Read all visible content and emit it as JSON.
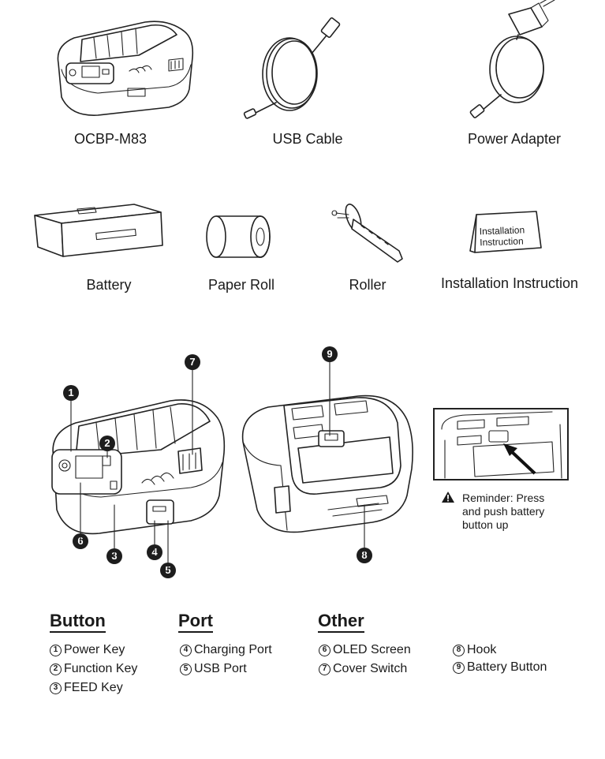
{
  "items": {
    "printer": "OCBP-M83",
    "usb_cable": "USB Cable",
    "power_adapter": "Power Adapter",
    "battery": "Battery",
    "paper_roll": "Paper Roll",
    "roller": "Roller",
    "installation_instruction": "Installation Instruction",
    "instruction_card_text": "Installation Instruction"
  },
  "callouts": {
    "c1": "1",
    "c2": "2",
    "c3": "3",
    "c4": "4",
    "c5": "5",
    "c6": "6",
    "c7": "7",
    "c8": "8",
    "c9": "9"
  },
  "reminder": {
    "text_line1": "Reminder: Press",
    "text_line2": "and push battery",
    "text_line3": "button up",
    "icon": "warning-icon"
  },
  "legend": {
    "button": {
      "heading": "Button",
      "items": [
        {
          "num": "1",
          "label": "Power Key"
        },
        {
          "num": "2",
          "label": "Function Key"
        },
        {
          "num": "3",
          "label": "FEED Key"
        }
      ]
    },
    "port": {
      "heading": "Port",
      "items": [
        {
          "num": "4",
          "label": "Charging Port"
        },
        {
          "num": "5",
          "label": "USB Port"
        }
      ]
    },
    "other": {
      "heading": "Other",
      "items": [
        {
          "num": "6",
          "label": "OLED Screen"
        },
        {
          "num": "7",
          "label": "Cover Switch"
        },
        {
          "num": "8",
          "label": "Hook"
        },
        {
          "num": "9",
          "label": "Battery Button"
        }
      ]
    }
  }
}
